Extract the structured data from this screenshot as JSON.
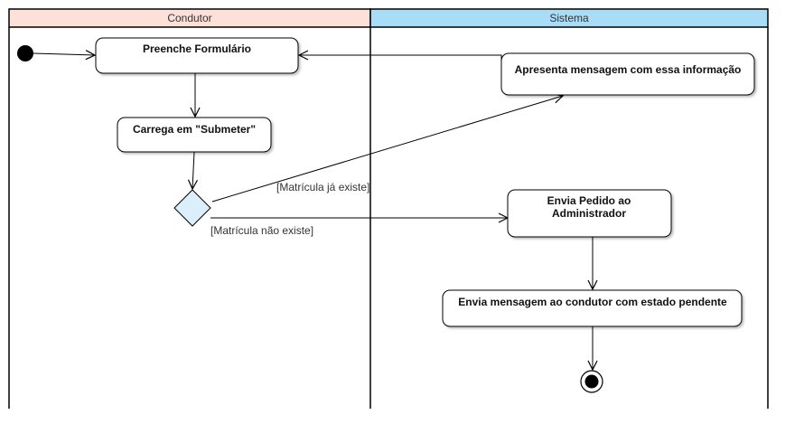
{
  "lanes": {
    "left": {
      "title": "Condutor",
      "header_color": "#fde0d8"
    },
    "right": {
      "title": "Sistema",
      "header_color": "#a8dcf7"
    }
  },
  "nodes": {
    "fill_form": {
      "label": "Preenche Formulário"
    },
    "press_submit": {
      "label": "Carrega em \"Submeter\""
    },
    "show_message": {
      "label": "Apresenta mensagem com essa informação"
    },
    "send_request": {
      "label_line1": "Envia Pedido ao",
      "label_line2": "Administrador"
    },
    "send_pending": {
      "label": "Envia mensagem ao condutor com estado pendente"
    }
  },
  "guards": {
    "exists": "[Matrícula já existe]",
    "not_exists": "[Matrícula não existe]"
  },
  "colors": {
    "decision_fill": "#dbeffa",
    "node_fill": "#ffffff",
    "stroke": "#000000"
  }
}
